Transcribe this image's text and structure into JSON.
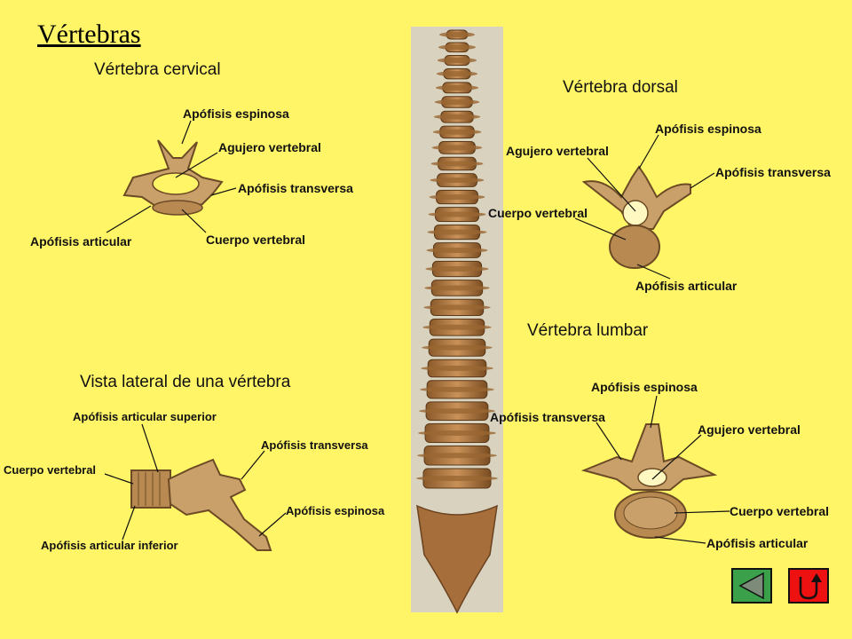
{
  "title": "Vértebras",
  "cervical": {
    "heading": "Vértebra cervical",
    "espinosa": "Apófisis espinosa",
    "agujero": "Agujero vertebral",
    "transversa": "Apófisis transversa",
    "articular": "Apófisis articular",
    "cuerpo": "Cuerpo vertebral"
  },
  "dorsal": {
    "heading": "Vértebra dorsal",
    "espinosa": "Apófisis espinosa",
    "agujero": "Agujero vertebral",
    "transversa": "Apófisis transversa",
    "cuerpo": "Cuerpo vertebral",
    "articular": "Apófisis articular"
  },
  "lumbar": {
    "heading": "Vértebra lumbar",
    "espinosa": "Apófisis espinosa",
    "transversa": "Apófisis transversa",
    "agujero": "Agujero vertebral",
    "cuerpo": "Cuerpo vertebral",
    "articular": "Apófisis articular"
  },
  "lateral": {
    "heading": "Vista lateral de una vértebra",
    "articular_superior": "Apófisis articular superior",
    "transversa": "Apófisis transversa",
    "cuerpo": "Cuerpo vertebral",
    "espinosa": "Apófisis espinosa",
    "articular_inferior": "Apófisis articular inferior"
  },
  "nav": {
    "back_icon": "back-triangle-icon",
    "return_icon": "u-turn-return-icon",
    "back_color": "#3aa04a",
    "return_color": "#ee1111"
  }
}
